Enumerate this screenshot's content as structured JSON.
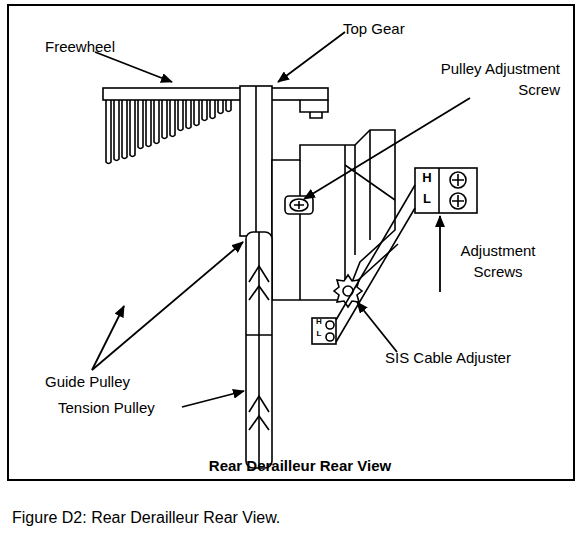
{
  "diagram": {
    "title": "Rear Derailleur Rear View",
    "caption": "Figure D2: Rear Derailleur Rear View.",
    "labels": [
      "Freewheel",
      "Top Gear",
      "Pulley Adjustment Screw",
      "H",
      "L",
      "Adjustment Screws",
      "SIS Cable Adjuster",
      "Guide Pulley",
      "Tension Pulley",
      "H",
      "L"
    ]
  }
}
